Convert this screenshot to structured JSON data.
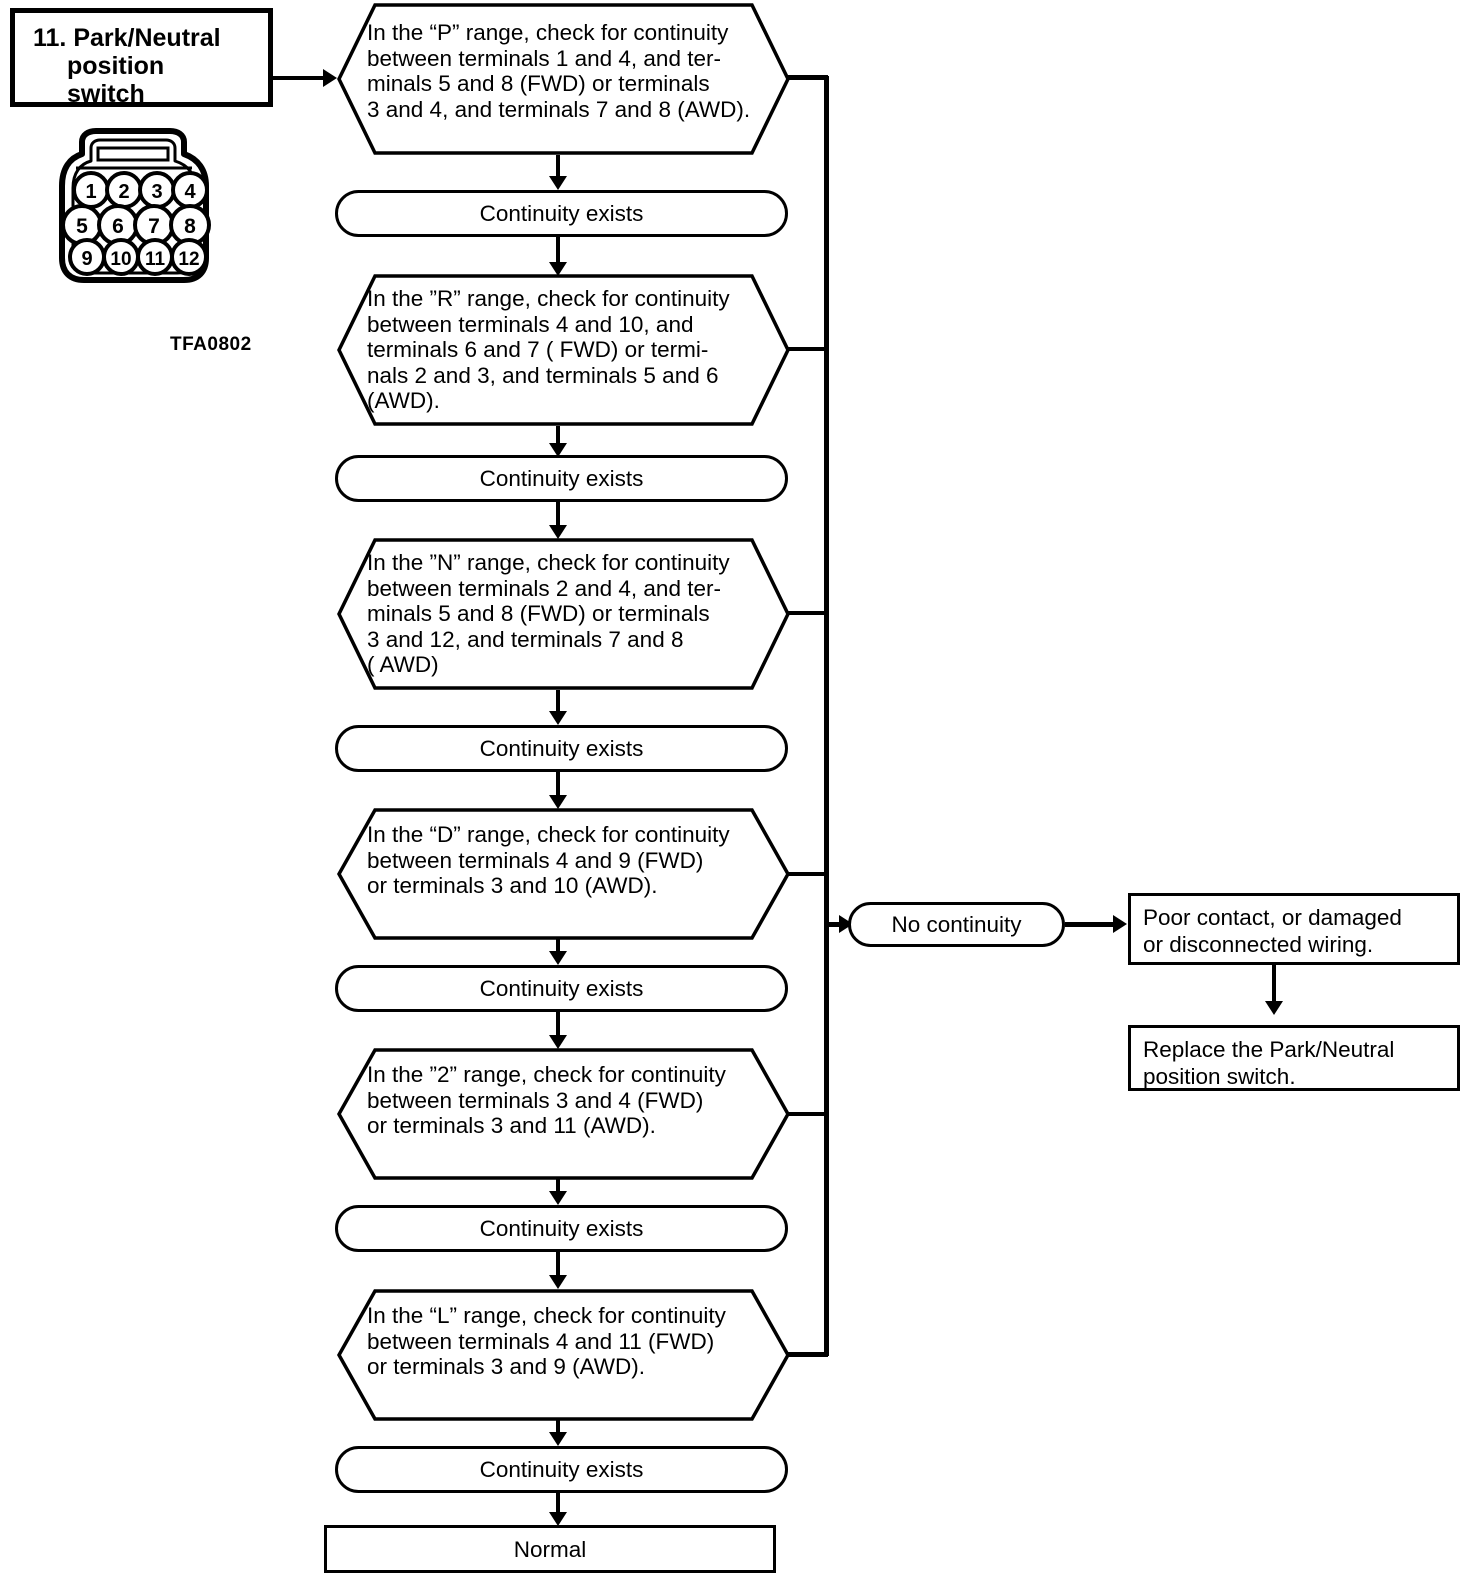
{
  "header": {
    "number": "11.",
    "title_line1": "11. Park/Neutral",
    "title_line2": "position",
    "title_line3": "switch"
  },
  "connector": {
    "code": "TFA0802",
    "pin_rows": [
      [
        "1",
        "2",
        "3",
        "4"
      ],
      [
        "5",
        "6",
        "7",
        "8"
      ],
      [
        "9",
        "10",
        "11",
        "12"
      ]
    ]
  },
  "flow": {
    "checks": [
      {
        "id": "check-p",
        "range": "P",
        "text": "In the “P” range, check for continuity\nbetween terminals 1 and 4, and ter-\nminals 5 and 8 (FWD) or terminals\n3 and 4, and terminals 7 and 8 (AWD)."
      },
      {
        "id": "check-r",
        "range": "R",
        "text": "In the ”R” range, check for continuity\nbetween terminals 4 and 10, and\nterminals 6 and 7 ( FWD) or termi-\nnals 2 and 3, and terminals 5 and 6\n(AWD)."
      },
      {
        "id": "check-n",
        "range": "N",
        "text": "In the ”N” range, check for continuity\nbetween terminals 2 and 4, and ter-\nminals 5 and 8 (FWD) or terminals\n3 and 12, and terminals 7 and 8\n( AWD)"
      },
      {
        "id": "check-d",
        "range": "D",
        "text": "In the “D” range, check for continuity\nbetween terminals 4 and 9 (FWD)\nor terminals 3 and 10 (AWD)."
      },
      {
        "id": "check-2",
        "range": "2",
        "text": "In the ”2” range, check for continuity\nbetween terminals 3 and 4 (FWD)\nor terminals 3 and 11 (AWD)."
      },
      {
        "id": "check-l",
        "range": "L",
        "text": "In the “L” range, check for continuity\nbetween terminals 4 and 11 (FWD)\nor terminals 3 and 9 (AWD)."
      }
    ],
    "continuity_exists_label": "Continuity exists",
    "no_continuity_label": "No continuity",
    "normal_label": "Normal",
    "fault_label": "Poor contact, or damaged\nor disconnected wiring.",
    "remedy_label": "Replace the Park/Neutral\nposition switch."
  },
  "colors": {
    "stroke": "#000000",
    "background": "#ffffff"
  }
}
